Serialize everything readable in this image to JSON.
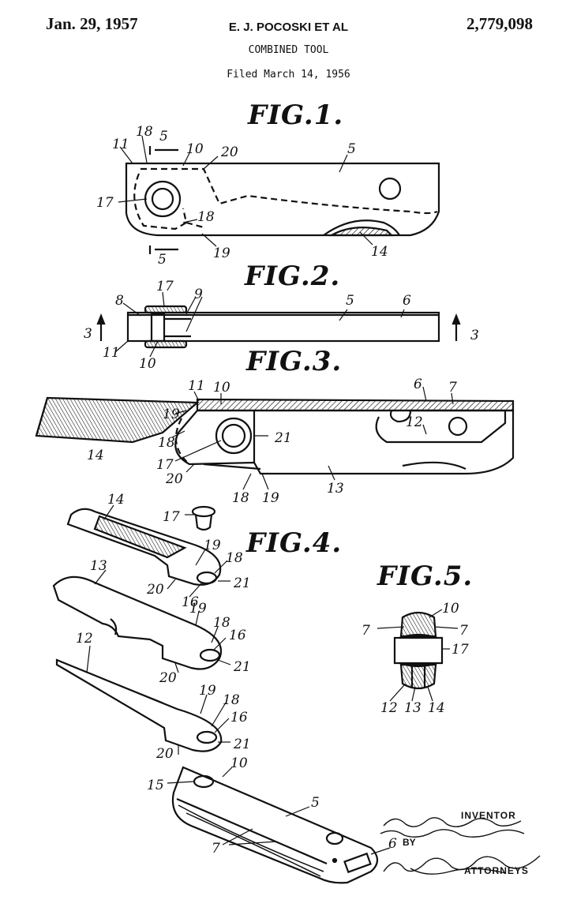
{
  "header": {
    "date": "Jan. 29, 1957",
    "inventors": "E. J. POCOSKI  ET AL",
    "patent_number": "2,779,098",
    "title": "COMBINED TOOL",
    "filed": "Filed March 14, 1956"
  },
  "figures": {
    "fig1": "FIG.1.",
    "fig2": "FIG.2.",
    "fig3": "FIG.3.",
    "fig4": "FIG.4.",
    "fig5": "FIG.5."
  },
  "signature": {
    "inventor_label": "INVENTOR",
    "by_label": "BY",
    "attorney_label": "ATTORNEYS",
    "inventor_names": "Edward J. Pocoski, Wilfred Sjennessy",
    "attorney_name": "Mitchell & Bechert"
  },
  "reference_numerals": {
    "n5": "5",
    "n6": "6",
    "n7": "7",
    "n8": "8",
    "n9": "9",
    "n10": "10",
    "n11": "11",
    "n12": "12",
    "n13": "13",
    "n14": "14",
    "n15": "15",
    "n16": "16",
    "n17": "17",
    "n18": "18",
    "n19": "19",
    "n20": "20",
    "n21": "21",
    "n3": "3"
  }
}
